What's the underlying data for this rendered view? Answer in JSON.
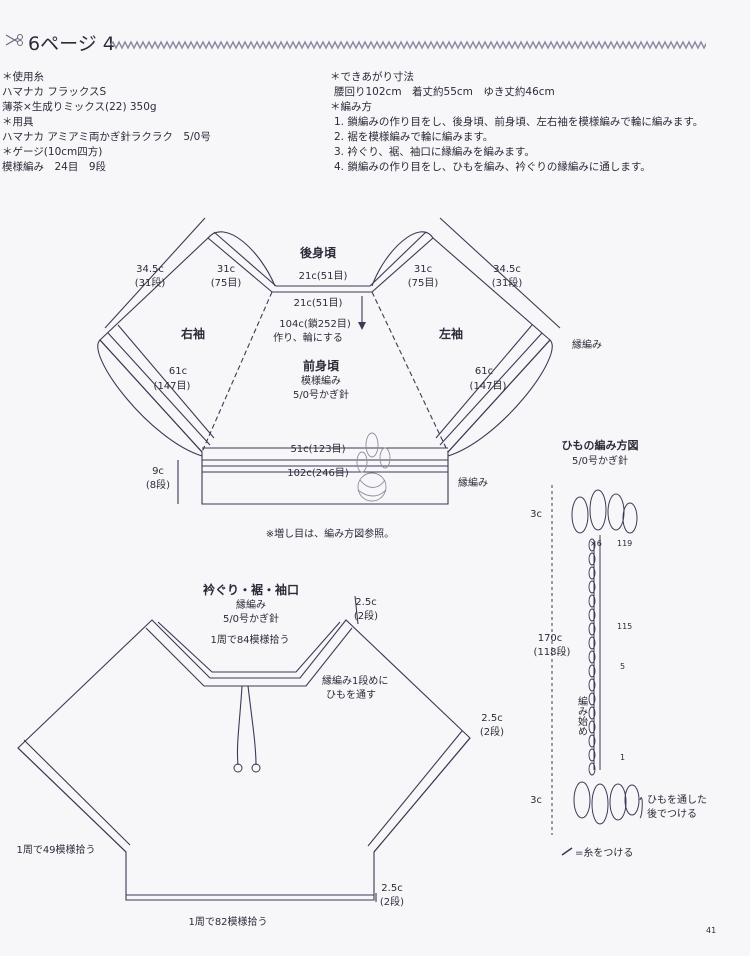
{
  "header": {
    "page_title": "6ページ 4"
  },
  "materials": {
    "lines": [
      "＊使用糸",
      "ハマナカ フラックスS",
      "薄茶×生成りミックス(22) 350g",
      "＊用具",
      "ハマナカ アミアミ両かぎ針ラクラク　5/0号",
      "＊ゲージ(10cm四方)",
      "模様編み　24目　9段"
    ]
  },
  "finish": {
    "lines": [
      "＊できあがり寸法",
      "腰回り102cm　着丈約55cm　ゆき丈約46cm",
      "＊編み方",
      "1. 鎖編みの作り目をし、後身頃、前身頃、左右袖を模様編みで輪に編みます。",
      "2. 裾を模様編みで輪に編みます。",
      "3. 衿ぐり、裾、袖口に縁編みを編みます。",
      "4. 鎖編みの作り目をし、ひもを編み、衿ぐりの縁編みに通します。"
    ]
  },
  "diagram1": {
    "back": "後身頃",
    "w21a": "21c(51目)",
    "w21b": "21c(51目)",
    "l31": "31c",
    "l31s": "(75目)",
    "r31": "31c",
    "r31s": "(75目)",
    "l345": "34.5c",
    "l345s": "(31段)",
    "r345": "34.5c",
    "r345s": "(31段)",
    "right_sleeve": "右袖",
    "left_sleeve": "左袖",
    "chain": "104c(鎖252目)",
    "chain2": "作り、輪にする",
    "front": "前身頃",
    "pattern": "模様編み",
    "hook": "5/0号かぎ針",
    "l61": "61c",
    "l61s": "(147目)",
    "r61": "61c",
    "r61s": "(147目)",
    "edge1": "縁編み",
    "edge2": "縁編み",
    "w51": "51c(123目)",
    "w102": "102c(246目)",
    "h9": "9c",
    "h9s": "(8段)",
    "note": "※増し目は、編み方図参照。"
  },
  "cord": {
    "title": "ひもの編み方図",
    "hook": "5/0号かぎ針",
    "top3": "3c",
    "bot3": "3c",
    "len": "170c",
    "lens": "(118段)",
    "n119": "119",
    "n115": "115",
    "n5": "5",
    "n1": "1",
    "x6": "×6",
    "start": "編み始め",
    "attach1": "ひもを通した",
    "attach2": "後でつける",
    "legend": "=糸をつける"
  },
  "diagram2": {
    "title": "衿ぐり・裾・袖口",
    "pattern": "縁編み",
    "hook": "5/0号かぎ針",
    "d25a": "2.5c",
    "d25as": "(2段)",
    "neck": "1周で84模様拾う",
    "thread1": "縁編み1段めに",
    "thread2": "ひもを通す",
    "d25b": "2.5c",
    "d25bs": "(2段)",
    "cuff": "1周で49模様拾う",
    "d25c": "2.5c",
    "d25cs": "(2段)",
    "hem": "1周で82模様拾う"
  },
  "footer": {
    "page_number": "41"
  }
}
